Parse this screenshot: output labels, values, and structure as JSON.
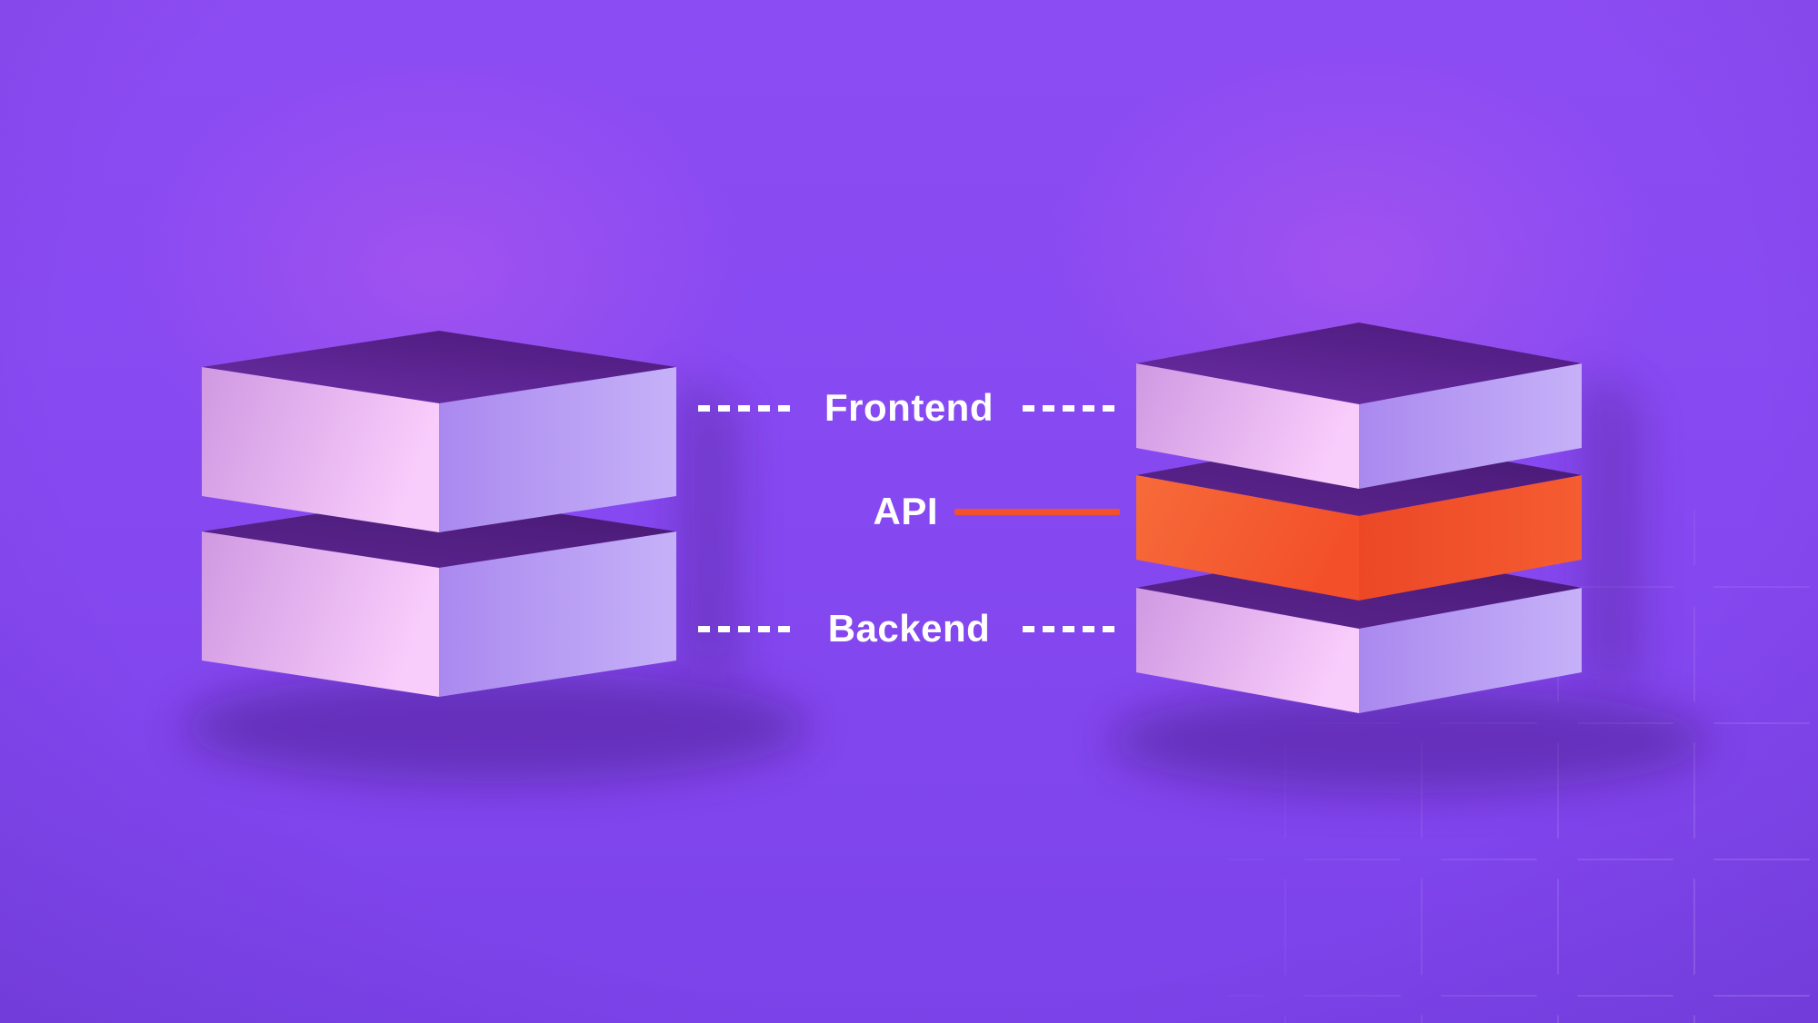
{
  "labels": {
    "frontend": "Frontend",
    "api": "API",
    "backend": "Backend"
  },
  "stacks": {
    "left": {
      "description": "two-layer stack without API layer",
      "layers": [
        "Frontend",
        "Backend"
      ]
    },
    "right": {
      "description": "three-layer stack with API layer",
      "layers": [
        "Frontend",
        "API",
        "Backend"
      ]
    }
  },
  "colors": {
    "background": "#8549F0",
    "api_accent": "#F2512E",
    "label_text": "#FFFFFF",
    "face_top_dark_purple": "#5E2792",
    "face_left_pink": "#F0C0F7",
    "face_right_lavender": "#B797F0",
    "api_face_left_orange": "#F4603A",
    "api_face_right_orange": "#EE4E2A"
  }
}
